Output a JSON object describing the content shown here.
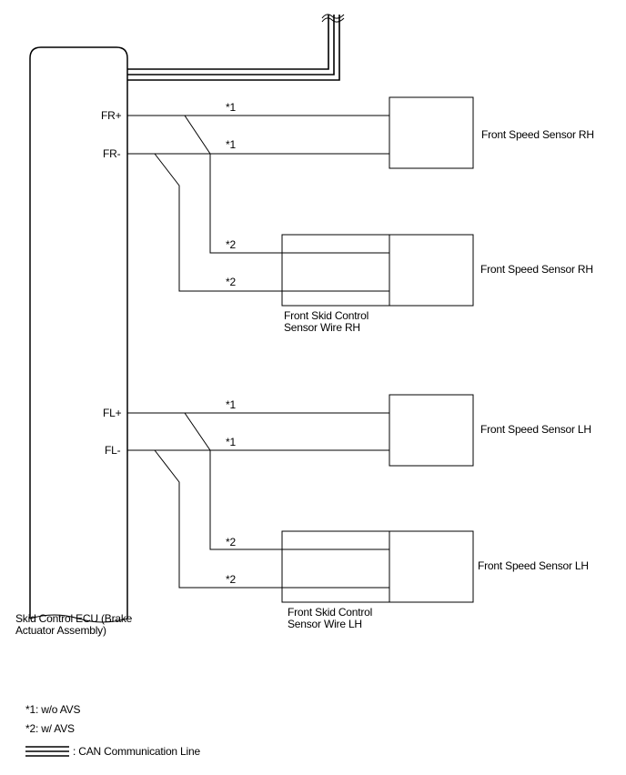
{
  "ecu": {
    "label": "Skid Control ECU (Brake\nActuator Assembly)",
    "pins": {
      "fr_plus": "FR+",
      "fr_minus": "FR-",
      "fl_plus": "FL+",
      "fl_minus": "FL-"
    }
  },
  "wire_marks": {
    "star1": "*1",
    "star2": "*2"
  },
  "components": {
    "sensor_rh_1": "Front Speed Sensor RH",
    "sensor_rh_2": "Front Speed Sensor RH",
    "sensor_lh_1": "Front Speed Sensor LH",
    "sensor_lh_2": "Front Speed Sensor LH",
    "wire_rh": "Front Skid Control\nSensor Wire RH",
    "wire_lh": "Front Skid Control\nSensor Wire LH"
  },
  "legend": {
    "note1": "*1: w/o AVS",
    "note2": "*2: w/ AVS",
    "can_label": ": CAN Communication Line"
  }
}
